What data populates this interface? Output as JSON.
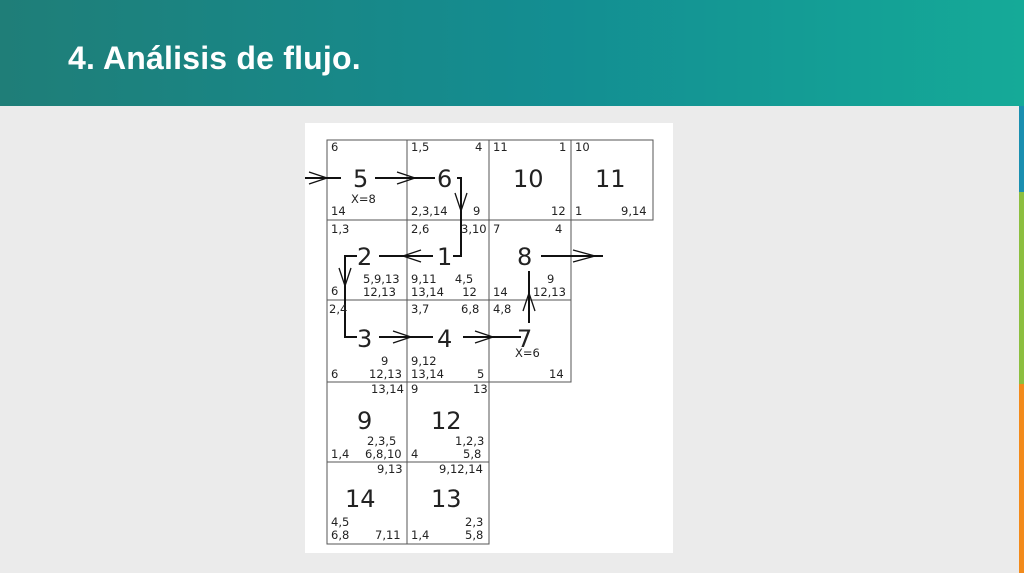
{
  "header": {
    "title": "4. Análisis de flujo."
  },
  "accents": {
    "c1": "#1a8fb0",
    "c2": "#8cbe3f",
    "c3": "#f28a1b",
    "header_start": "#1f7e78",
    "header_end": "#15aa98"
  },
  "cells": [
    {
      "id": "c5",
      "label": "5",
      "tl": "6",
      "tr": "",
      "bl": "14",
      "br": "",
      "bm": "",
      "mid1": "",
      "mid2": ""
    },
    {
      "id": "c6",
      "label": "6",
      "tl": "1,5",
      "tr": "4",
      "bl": "2,3,14",
      "br": "9",
      "bm": "",
      "mid1": "",
      "mid2": ""
    },
    {
      "id": "c10",
      "label": "10",
      "tl": "11",
      "tr": "1",
      "bl": "",
      "br": "12",
      "bm": "",
      "mid1": "",
      "mid2": ""
    },
    {
      "id": "c11",
      "label": "11",
      "tl": "10",
      "tr": "",
      "bl": "1",
      "br": "9,14",
      "bm": "",
      "mid1": "",
      "mid2": ""
    },
    {
      "id": "c2",
      "label": "2",
      "tl": "1,3",
      "tr": "",
      "bl": "6",
      "br": "",
      "bm": "",
      "mid1": "5,9,13",
      "mid2": "12,13"
    },
    {
      "id": "c1",
      "label": "1",
      "tl": "2,6",
      "tr": "3,10",
      "bl": "",
      "br": "",
      "bm": "",
      "mid1": "9,11     4,5",
      "mid2": "13,14     12"
    },
    {
      "id": "c8",
      "label": "8",
      "tl": "7",
      "tr": "4",
      "bl": "14",
      "br": "12,13",
      "bm": "",
      "mid1": "9",
      "mid2": ""
    },
    {
      "id": "c3",
      "label": "3",
      "tl": "2,4",
      "tr": "",
      "bl": "6",
      "br": "12,13",
      "bm": "",
      "mid1": "9",
      "mid2": ""
    },
    {
      "id": "c4",
      "label": "4",
      "tl": "3,7",
      "tr": "6,8",
      "bl": "13,14",
      "br": "5",
      "bm": "",
      "mid1": "9,12",
      "mid2": ""
    },
    {
      "id": "c7",
      "label": "7",
      "tl": "4,8",
      "tr": "",
      "bl": "",
      "br": "14",
      "bm": "",
      "mid1": "",
      "mid2": ""
    },
    {
      "id": "c9",
      "label": "9",
      "tl": "",
      "tr": "13,14",
      "bl": "1,4",
      "br": "6,8,10",
      "bm": "",
      "mid1": "2,3,5",
      "mid2": ""
    },
    {
      "id": "c12",
      "label": "12",
      "tl": "9",
      "tr": "13",
      "bl": "4",
      "br": "5,8",
      "bm": "",
      "mid1": "1,2,3",
      "mid2": ""
    },
    {
      "id": "c14",
      "label": "14",
      "tl": "",
      "tr": "9,13",
      "bl": "4,5",
      "br": "7,11",
      "bm": "",
      "mid1": "",
      "mid2": "6,8"
    },
    {
      "id": "c13",
      "label": "13",
      "tl": "",
      "tr": "9,12,14",
      "bl": "1,4",
      "br": "5,8",
      "bm": "",
      "mid1": "2,3",
      "mid2": ""
    }
  ],
  "annotations": {
    "x5": "X=8",
    "x7": "X=6"
  }
}
